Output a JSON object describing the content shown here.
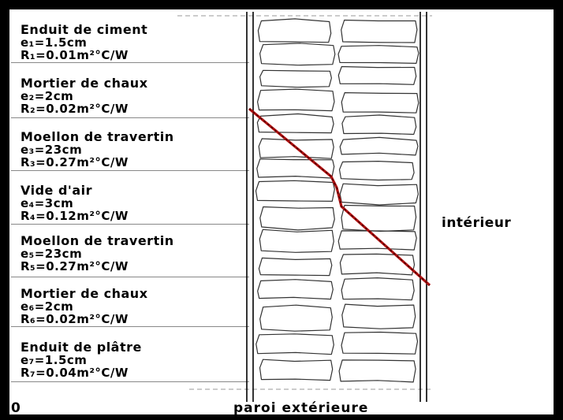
{
  "layers": [
    {
      "name": "Enduit de ciment",
      "e": "e₁=1.5cm",
      "r": "R₁=0.01m²°C/W"
    },
    {
      "name": "Mortier de chaux",
      "e": "e₂=2cm",
      "r": "R₂=0.02m²°C/W"
    },
    {
      "name": "Moellon de travertin",
      "e": "e₃=23cm",
      "r": "R₃=0.27m²°C/W"
    },
    {
      "name": "Vide d'air",
      "e": "e₄=3cm",
      "r": "R₄=0.12m²°C/W"
    },
    {
      "name": "Moellon de travertin",
      "e": "e₅=23cm",
      "r": "R₅=0.27m²°C/W"
    },
    {
      "name": "Mortier de chaux",
      "e": "e₆=2cm",
      "r": "R₆=0.02m²°C/W"
    },
    {
      "name": "Enduit de plâtre",
      "e": "e₇=1.5cm",
      "r": "R₇=0.04m²°C/W"
    }
  ],
  "labels": {
    "interior": "intérieur",
    "exterior_wall": "paroi extérieure",
    "corner": "0"
  },
  "colors": {
    "section_line": "#b01010",
    "frame": "#000000",
    "stone_outline": "#333333"
  }
}
